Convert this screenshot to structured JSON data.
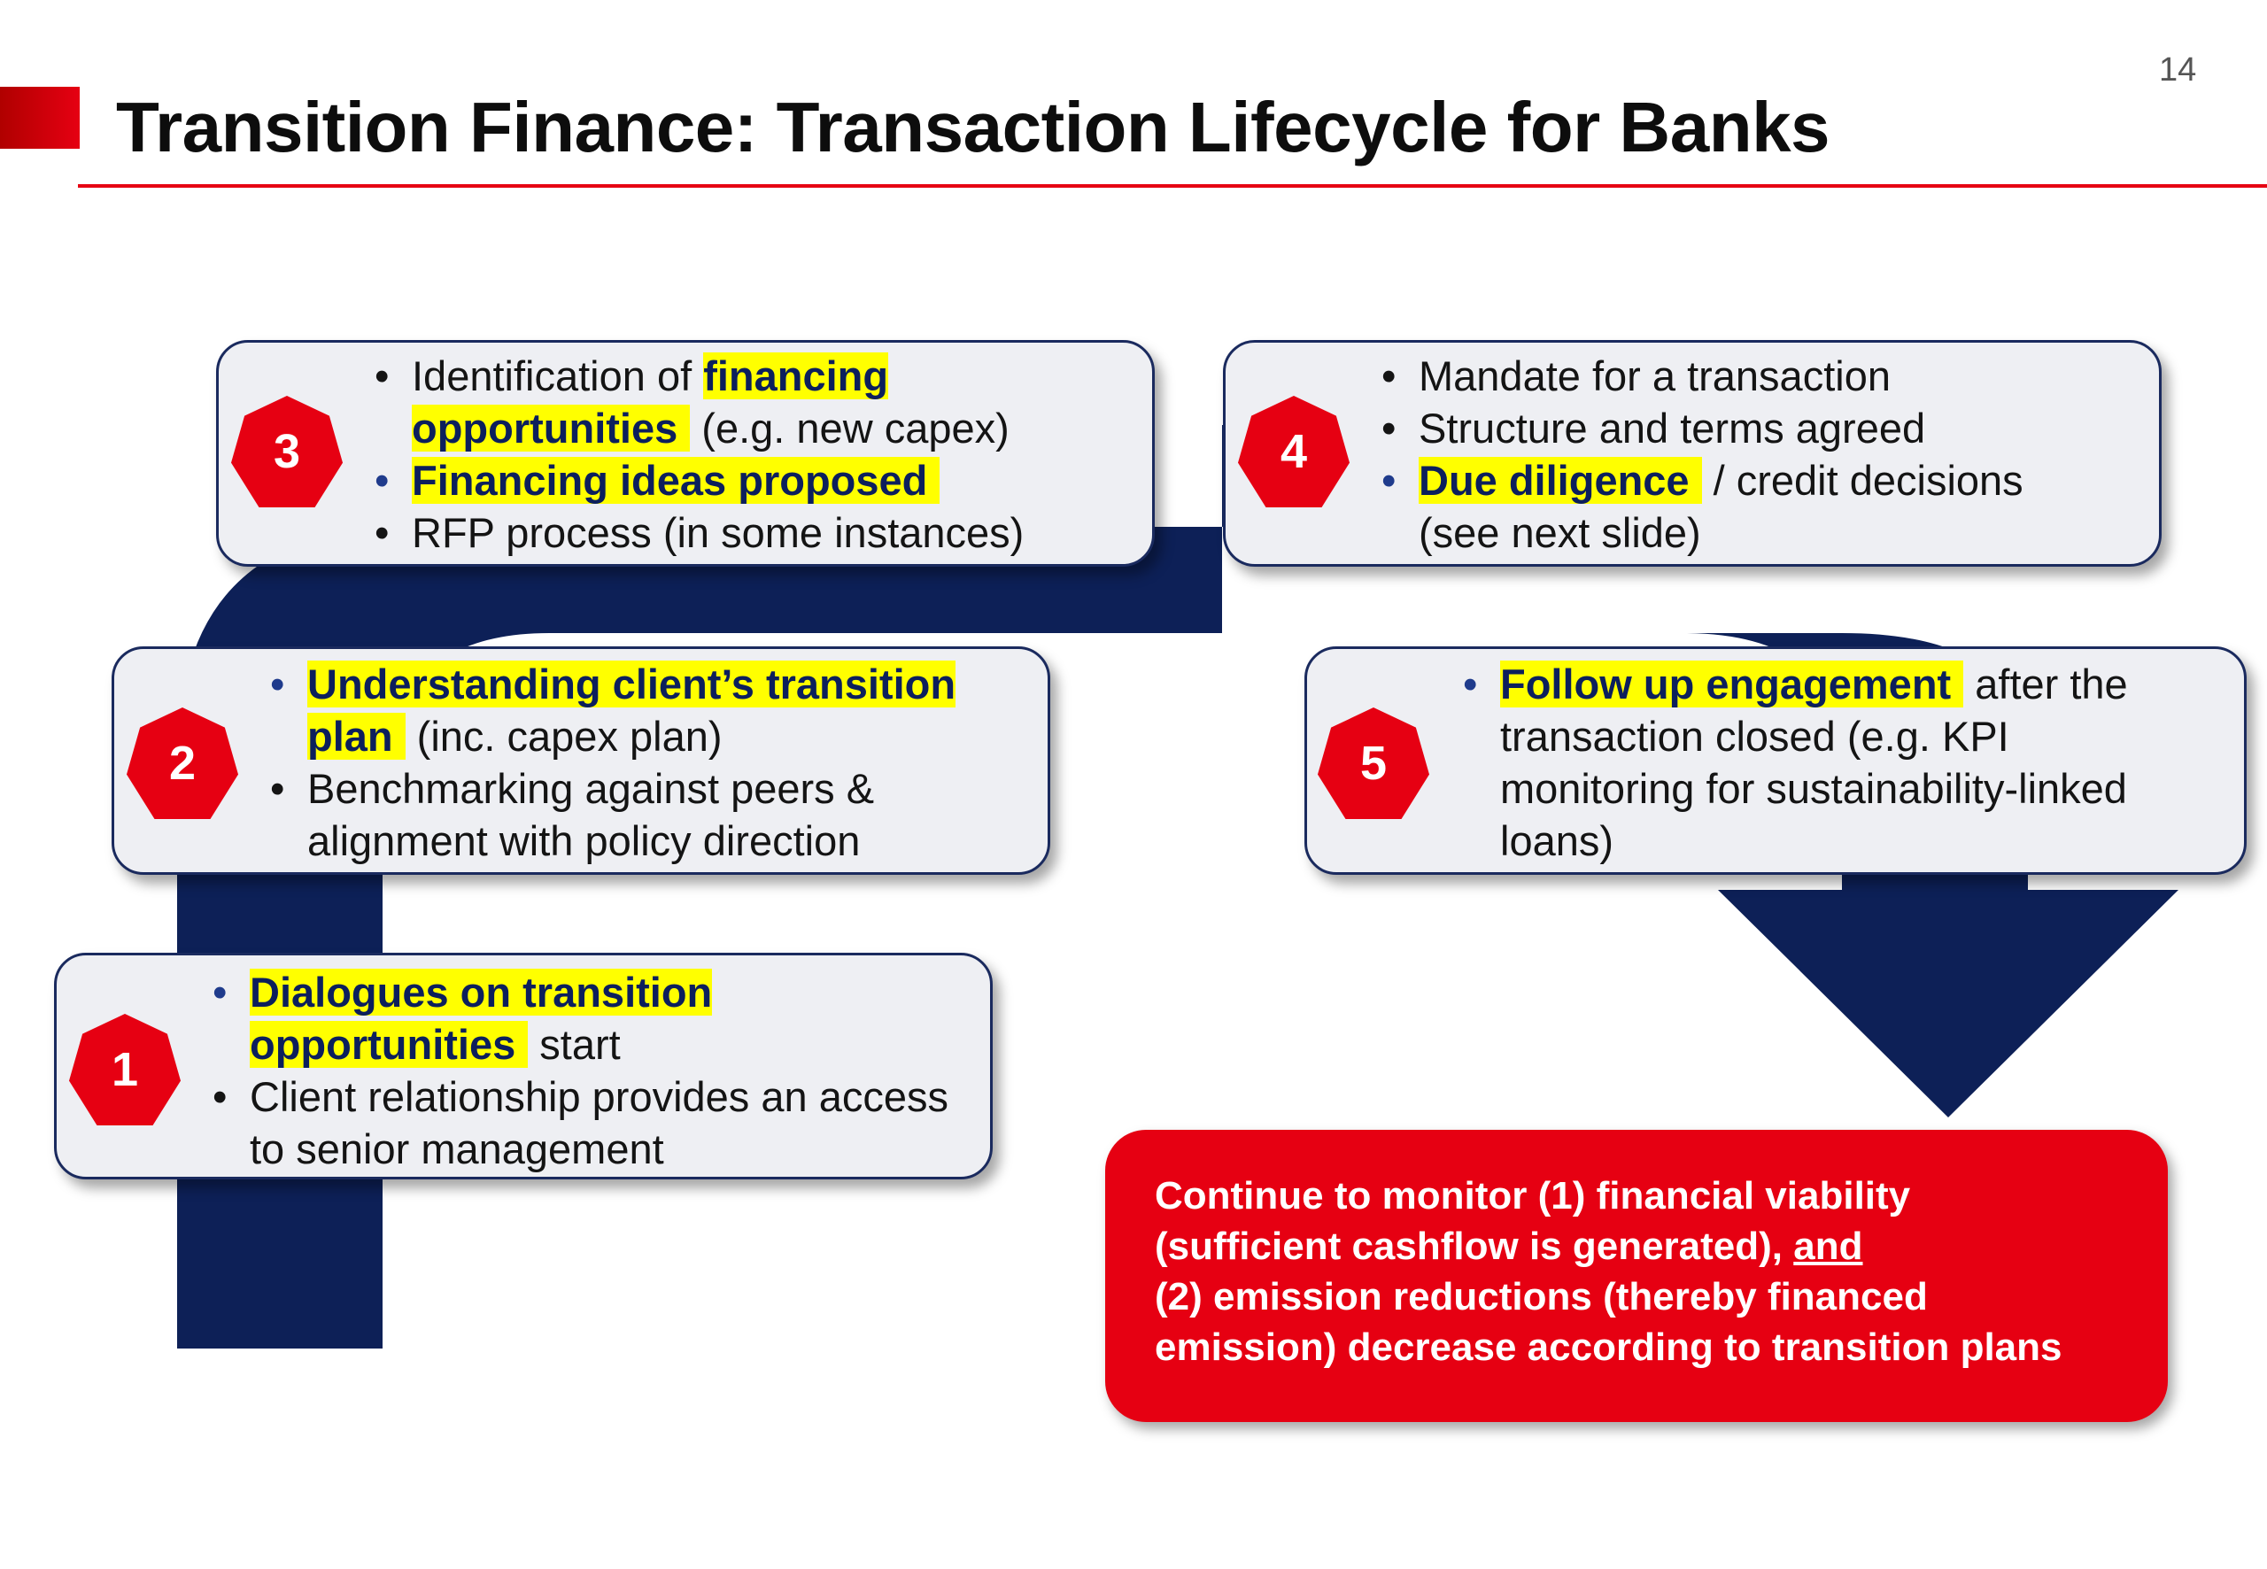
{
  "slide": {
    "page_number": "14",
    "title": "Transition Finance: Transaction Lifecycle for Banks"
  },
  "colors": {
    "accent_red": "#e60012",
    "flow_navy": "#0d2057",
    "highlight_yellow": "#ffff00",
    "box_fill": "#eeeff3"
  },
  "steps": [
    {
      "number": "1",
      "bullets": [
        {
          "parts": [
            {
              "text": "Dialogues on transition opportunities",
              "highlight": true
            },
            {
              "text": " start",
              "highlight": false
            }
          ]
        },
        {
          "parts": [
            {
              "text": "Client relationship provides an access to senior management",
              "highlight": false
            }
          ]
        }
      ]
    },
    {
      "number": "2",
      "bullets": [
        {
          "parts": [
            {
              "text": "Understanding client’s transition plan",
              "highlight": true
            },
            {
              "text": " (inc. capex plan)",
              "highlight": false
            }
          ]
        },
        {
          "parts": [
            {
              "text": "Benchmarking against peers & alignment with policy direction",
              "highlight": false
            }
          ]
        }
      ]
    },
    {
      "number": "3",
      "bullets": [
        {
          "parts": [
            {
              "text": "Identification of ",
              "highlight": false
            },
            {
              "text": "financing opportunities",
              "highlight": true
            },
            {
              "text": " (e.g. new capex)",
              "highlight": false
            }
          ]
        },
        {
          "parts": [
            {
              "text": "Financing ideas proposed",
              "highlight": true
            }
          ]
        },
        {
          "parts": [
            {
              "text": "RFP process (in some instances)",
              "highlight": false
            }
          ]
        }
      ]
    },
    {
      "number": "4",
      "bullets": [
        {
          "parts": [
            {
              "text": "Mandate for a transaction",
              "highlight": false
            }
          ]
        },
        {
          "parts": [
            {
              "text": "Structure and terms agreed",
              "highlight": false
            }
          ]
        },
        {
          "parts": [
            {
              "text": "Due diligence",
              "highlight": true
            },
            {
              "text": " / credit decisions (see next slide)",
              "highlight": false
            }
          ]
        }
      ]
    },
    {
      "number": "5",
      "bullets": [
        {
          "parts": [
            {
              "text": "Follow up engagement",
              "highlight": true
            },
            {
              "text": " after the transaction closed (e.g. KPI monitoring for sustainability-linked loans)",
              "highlight": false
            }
          ]
        }
      ]
    }
  ],
  "summary": {
    "line1": "Continue to monitor (1) financial viability",
    "line2a": "(sufficient cashflow is generated), ",
    "line2b": "and",
    "line3": "(2) emission reductions (thereby financed",
    "line4": "emission) decrease according to transition plans"
  }
}
